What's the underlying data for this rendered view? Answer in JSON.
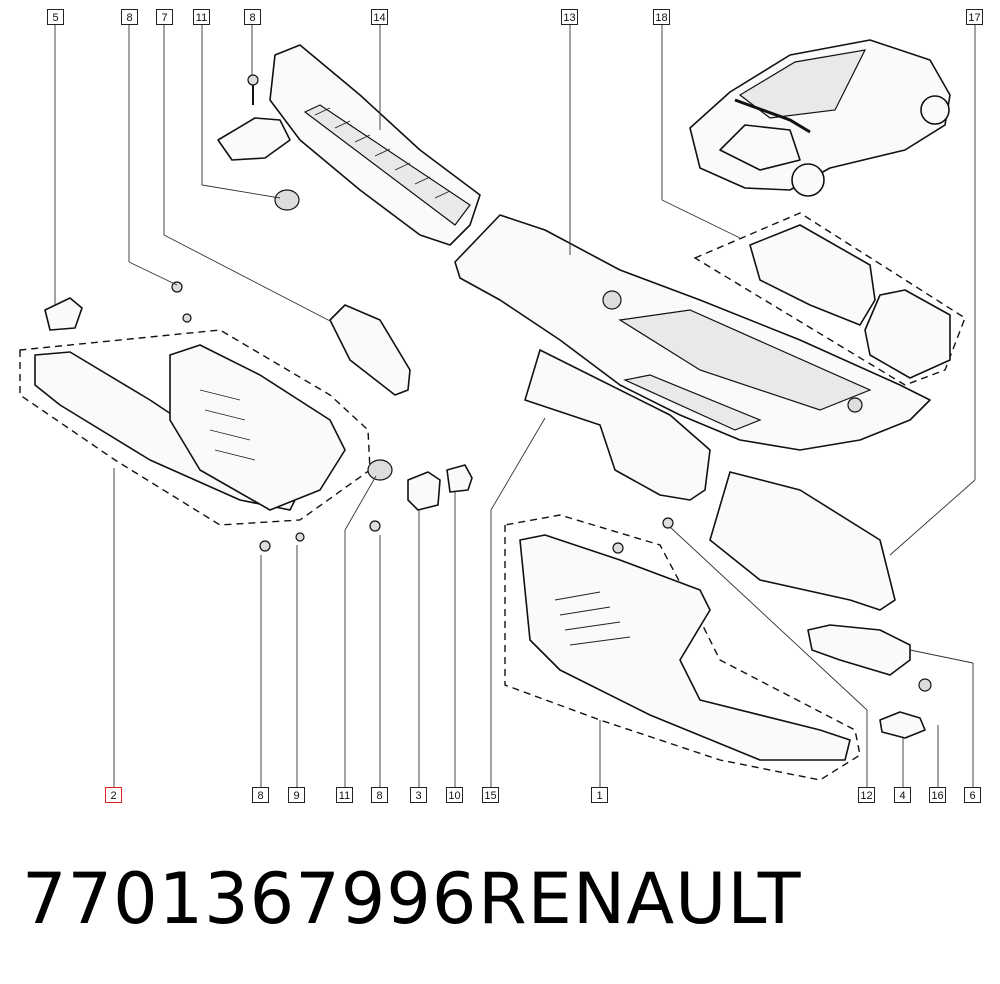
{
  "callouts": [
    "5",
    "8",
    "7",
    "11",
    "8",
    "14",
    "13",
    "18",
    "17",
    "2",
    "8",
    "9",
    "11",
    "8",
    "3",
    "10",
    "15",
    "1",
    "12",
    "4",
    "16",
    "6"
  ],
  "highlight_index": 9,
  "part_number": "7701367996",
  "brand": "RENAULT"
}
